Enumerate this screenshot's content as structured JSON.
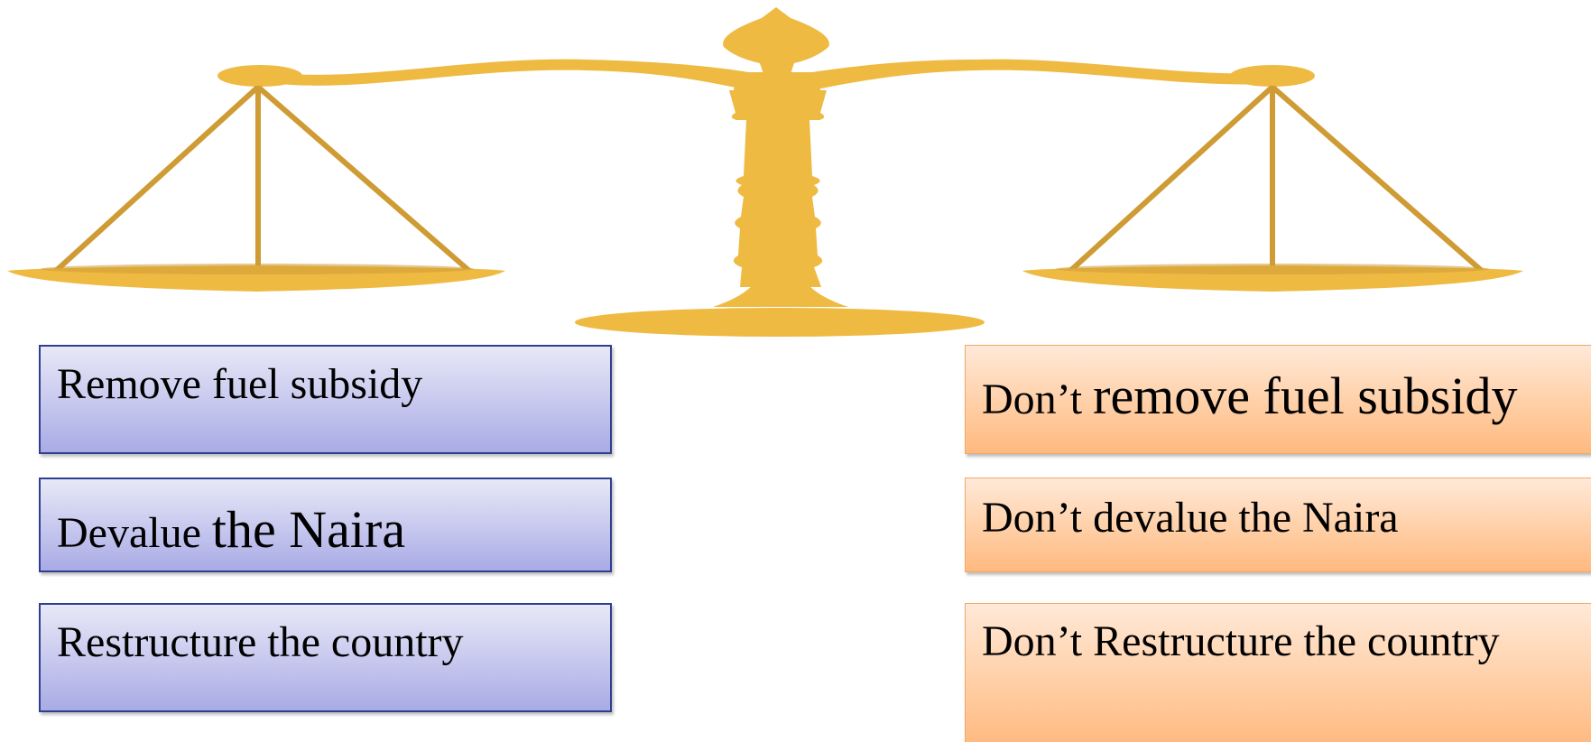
{
  "colors": {
    "scale_gold": "#eeba42",
    "scale_line": "#cf9b34",
    "left_box_border": "#2f3f8f",
    "right_box_border": "#f0a866"
  },
  "icon": "balance-scale-icon",
  "left_options": [
    {
      "parts": [
        "Remove fuel subsidy"
      ]
    },
    {
      "parts": [
        "Devalue ",
        "the Naira"
      ]
    },
    {
      "parts": [
        "Restructure the country"
      ]
    }
  ],
  "right_options": [
    {
      "parts": [
        "Don’t ",
        "remove fuel subsidy"
      ]
    },
    {
      "parts": [
        "Don’t devalue the Naira"
      ]
    },
    {
      "parts": [
        "Don’t Restructure the country"
      ]
    }
  ]
}
